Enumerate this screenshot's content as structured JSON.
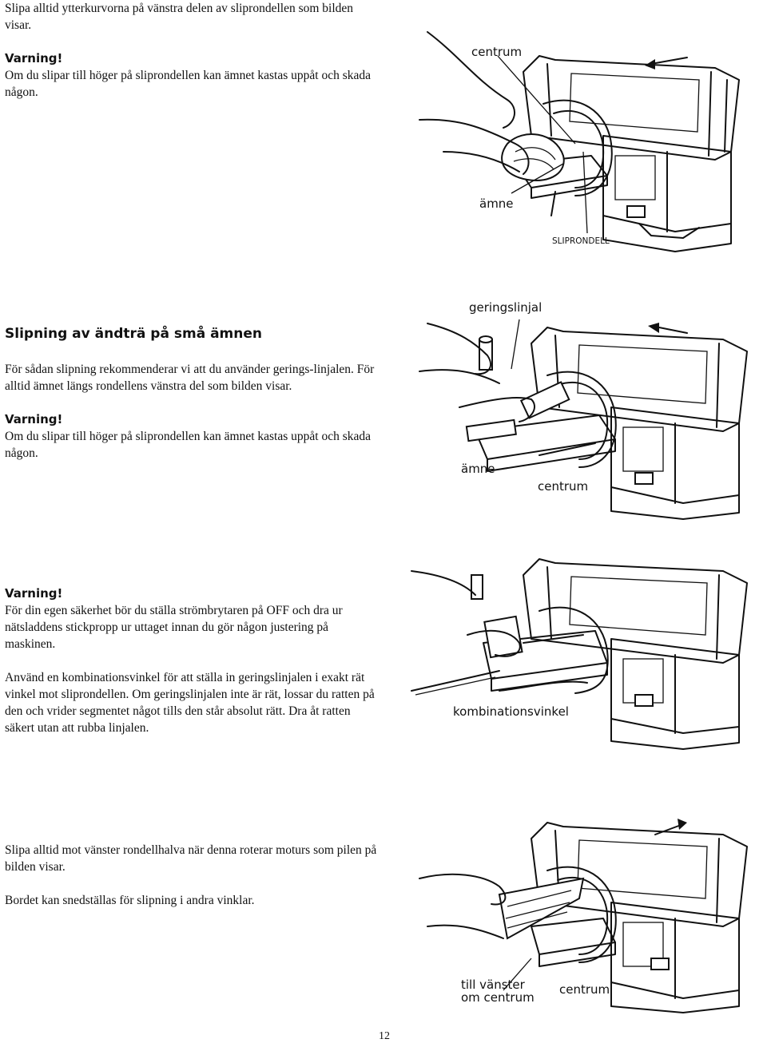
{
  "section1": {
    "intro": "Slipa alltid ytterkurvorna på vänstra delen av sliprondellen som bilden visar.",
    "warning_title": "Varning!",
    "warning_text": "Om du slipar till höger på sliprondellen kan ämnet kastas uppåt och skada någon."
  },
  "figure1": {
    "label_center": "centrum",
    "label_workpiece": "ämne",
    "label_disc": "SLIPRONDELL"
  },
  "section2": {
    "heading": "Slipning av ändträ på små ämnen",
    "text": "För sådan slipning rekommenderar vi att du använder gerings-linjalen. För alltid ämnet längs rondellens vänstra del som bilden visar.",
    "warning_title": "Varning!",
    "warning_text": "Om du slipar till höger på sliprondellen kan ämnet kastas uppåt och skada någon."
  },
  "figure2": {
    "label_miter": "geringslinjal",
    "label_workpiece": "ämne",
    "label_center": "centrum"
  },
  "section3": {
    "warning_title": "Varning!",
    "warning_text": "För din egen säkerhet bör du ställa strömbrytaren på OFF och dra ur nätsladdens stickpropp ur uttaget innan du gör någon justering på maskinen.",
    "text": "Använd en kombinationsvinkel för att ställa in geringslinjalen i exakt rät vinkel mot sliprondellen. Om geringslinjalen inte är rät, lossar du ratten på den och vrider segmentet något tills den står absolut rätt. Dra åt ratten säkert utan att rubba linjalen."
  },
  "figure3": {
    "label_square": "kombinationsvinkel"
  },
  "section4": {
    "text1": "Slipa alltid mot vänster rondellhalva när denna roterar moturs som pilen på bilden visar.",
    "text2": "Bordet kan snedställas för slipning i andra vinklar."
  },
  "figure4": {
    "label_left_line1": "till vänster",
    "label_left_line2": "om centrum",
    "label_center": "centrum"
  },
  "page_number": "12"
}
